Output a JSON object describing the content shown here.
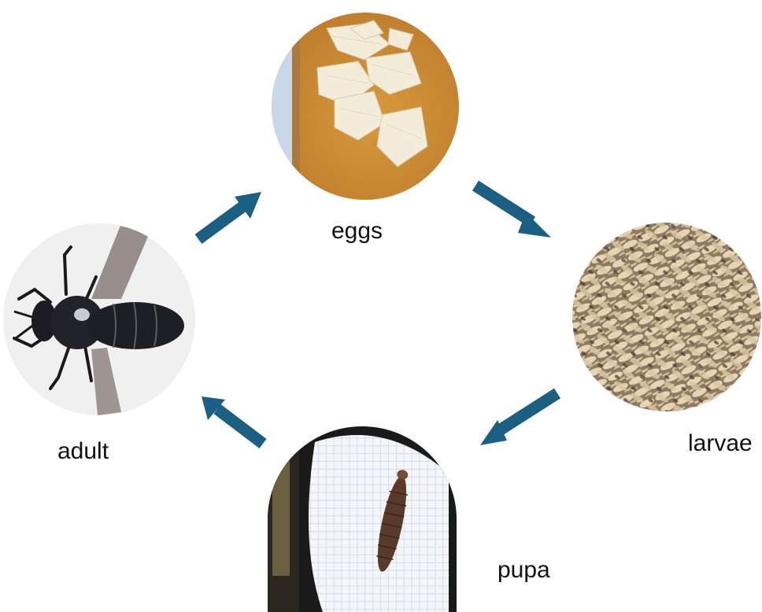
{
  "stages": {
    "eggs": "eggs",
    "larvae": "larvae",
    "pupa": "pupa",
    "adult": "adult"
  },
  "colors": {
    "arrow": "#1b5f82",
    "label_text": "#111111"
  },
  "images": {
    "eggs": "egg-clusters-on-cardboard-photo",
    "larvae": "mass-of-larvae-photo",
    "pupa": "pupa-on-paper-towel-photo",
    "adult": "adult-soldier-fly-photo"
  }
}
